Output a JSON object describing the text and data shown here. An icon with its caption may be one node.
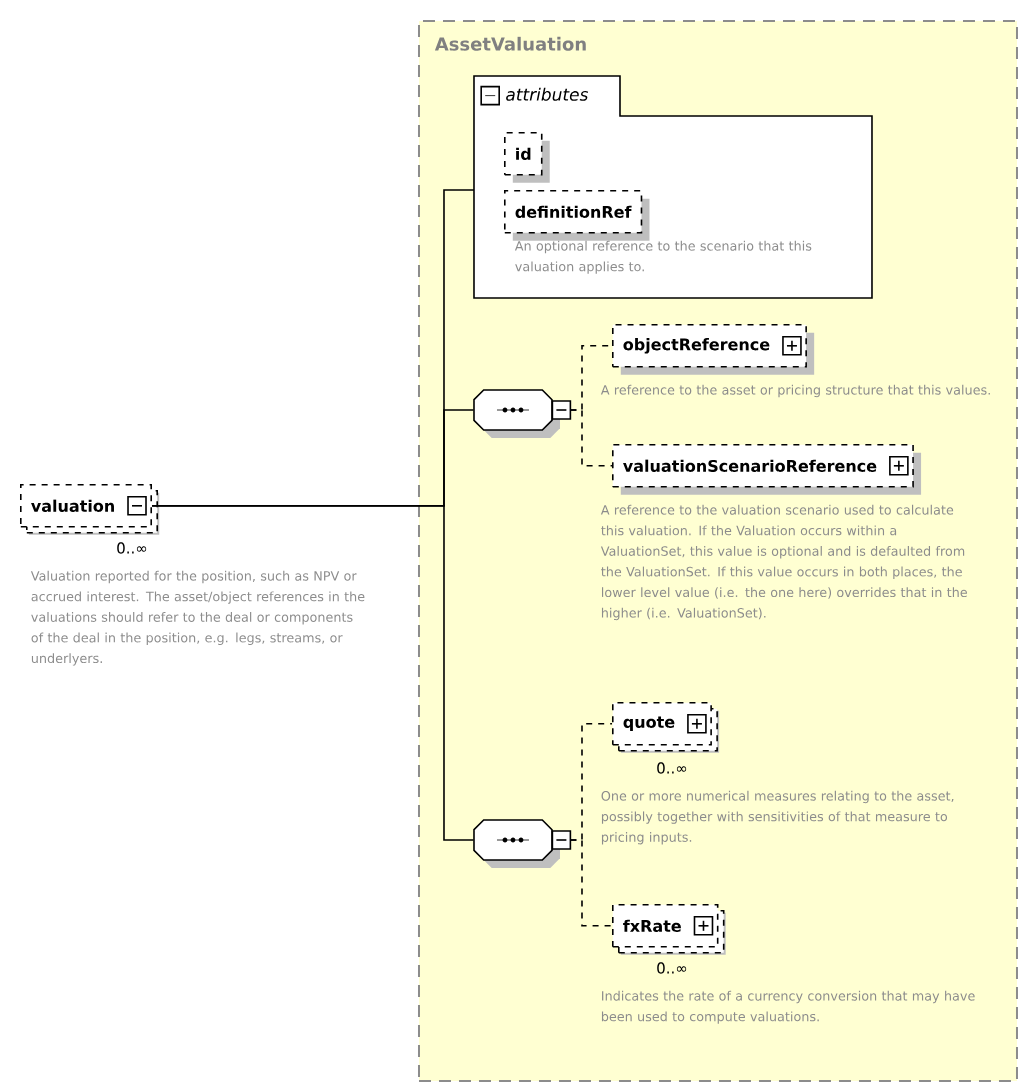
{
  "diagram": {
    "nodes": [
      {
        "text": [
          "valuation"
        ],
        "beside": [
          "0..∞",
          "Valuation reported for the position, such as NPV or accrued interest. The asset/object references in the valuations should refer to the deal or components of the deal in the position, e.g. legs, streams, or underlyers."
        ]
      },
      {
        "text": [
          "AssetValuation"
        ]
      },
      {
        "text": [
          "attributes"
        ],
        "in": 1
      },
      {
        "text": [
          "id"
        ],
        "in": 2
      },
      {
        "text": [
          "definitionRef"
        ],
        "in": 2,
        "beside": [
          "An optional reference to the scenario that this valuation applies to."
        ]
      },
      {
        "text": [],
        "shape": "octagon",
        "in": 1
      },
      {
        "text": [
          "objectReference"
        ],
        "in": 1,
        "beside": [
          "A reference to the asset or pricing structure that this values."
        ]
      },
      {
        "text": [
          "valuationScenarioReference"
        ],
        "in": 1,
        "beside": [
          "A reference to the valuation scenario used to calculate this valuation. If the Valuation occurs within a ValuationSet, this value is optional and is defaulted from the ValuationSet. If this value occurs in both places, the lower level value (i.e. the one here) overrides that in the higher (i.e. ValuationSet)."
        ]
      },
      {
        "text": [],
        "shape": "octagon",
        "in": 1
      },
      {
        "text": [
          "quote"
        ],
        "in": 1,
        "beside": [
          "0..∞",
          "One or more numerical measures relating to the asset, possibly together with sensitivities of that measure to pricing inputs."
        ]
      },
      {
        "text": [
          "fxRate"
        ],
        "in": 1,
        "beside": [
          "0..∞",
          "Indicates the rate of a currency conversion that may have been used to compute valuations."
        ]
      }
    ],
    "edges": [
      {
        "from": 0,
        "to": 2,
        "arrow": "none"
      },
      {
        "from": 0,
        "to": 5,
        "arrow": "none"
      },
      {
        "from": 0,
        "to": 8,
        "arrow": "none"
      },
      {
        "from": 5,
        "to": 6,
        "arrow": "none",
        "style": "dashed"
      },
      {
        "from": 5,
        "to": 7,
        "arrow": "none",
        "style": "dashed"
      },
      {
        "from": 8,
        "to": 9,
        "arrow": "none",
        "style": "dashed"
      },
      {
        "from": 8,
        "to": 10,
        "arrow": "none",
        "style": "dashed"
      }
    ]
  }
}
